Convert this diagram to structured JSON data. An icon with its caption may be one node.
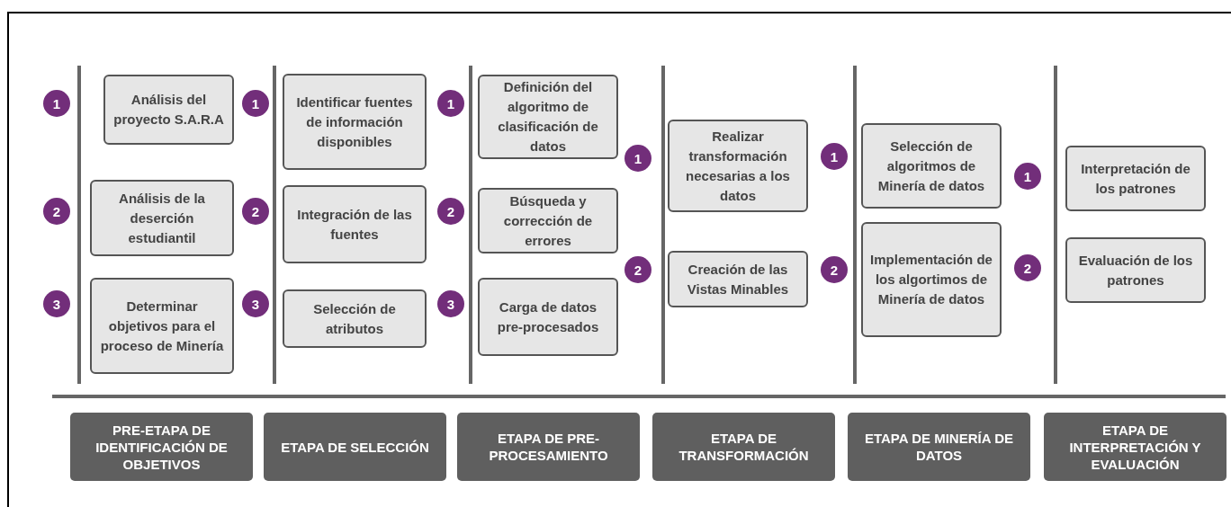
{
  "diagram": {
    "nodes": [
      {
        "text": [
          "Análisis del proyecto S.A.R.A"
        ],
        "beside": [
          "1"
        ]
      },
      {
        "text": [
          "Análisis de la deserción estudiantil"
        ],
        "beside": [
          "2"
        ]
      },
      {
        "text": [
          "Determinar objetivos para el proceso de Minería"
        ],
        "beside": [
          "3"
        ]
      },
      {
        "text": [
          "Identificar fuentes de información disponibles"
        ],
        "beside": [
          "1"
        ]
      },
      {
        "text": [
          "Integración de las fuentes"
        ],
        "beside": [
          "2"
        ]
      },
      {
        "text": [
          "Selección de atributos"
        ],
        "beside": [
          "3"
        ]
      },
      {
        "text": [
          "Definición del algoritmo de clasificación de datos"
        ],
        "beside": [
          "1"
        ]
      },
      {
        "text": [
          "Búsqueda y corrección de errores"
        ],
        "beside": [
          "2"
        ]
      },
      {
        "text": [
          "Carga de datos pre-procesados"
        ],
        "beside": [
          "3"
        ]
      },
      {
        "text": [
          "Realizar transformación necesarias a los datos"
        ],
        "beside": [
          "1"
        ]
      },
      {
        "text": [
          "Creación de las Vistas Minables"
        ],
        "beside": [
          "2"
        ]
      },
      {
        "text": [
          "Selección de algoritmos de Minería de datos"
        ],
        "beside": [
          "1"
        ]
      },
      {
        "text": [
          "Implementación de los algortimos de Minería de datos"
        ],
        "beside": [
          "2"
        ]
      },
      {
        "text": [
          "Interpretación de los patrones"
        ],
        "beside": [
          "1"
        ]
      },
      {
        "text": [
          "Evaluación de los patrones"
        ],
        "beside": [
          "2"
        ]
      },
      {
        "text": [
          "PRE-ETAPA DE IDENTIFICACIÓN DE OBJETIVOS"
        ]
      },
      {
        "text": [
          "ETAPA DE SELECCIÓN"
        ]
      },
      {
        "text": [
          "ETAPA DE PRE-PROCESAMIENTO"
        ]
      },
      {
        "text": [
          "ETAPA DE TRANSFORMACIÓN"
        ]
      },
      {
        "text": [
          "ETAPA DE MINERÍA DE DATOS"
        ]
      },
      {
        "text": [
          "ETAPA DE INTERPRETACIÓN Y EVALUACIÓN"
        ]
      }
    ]
  }
}
